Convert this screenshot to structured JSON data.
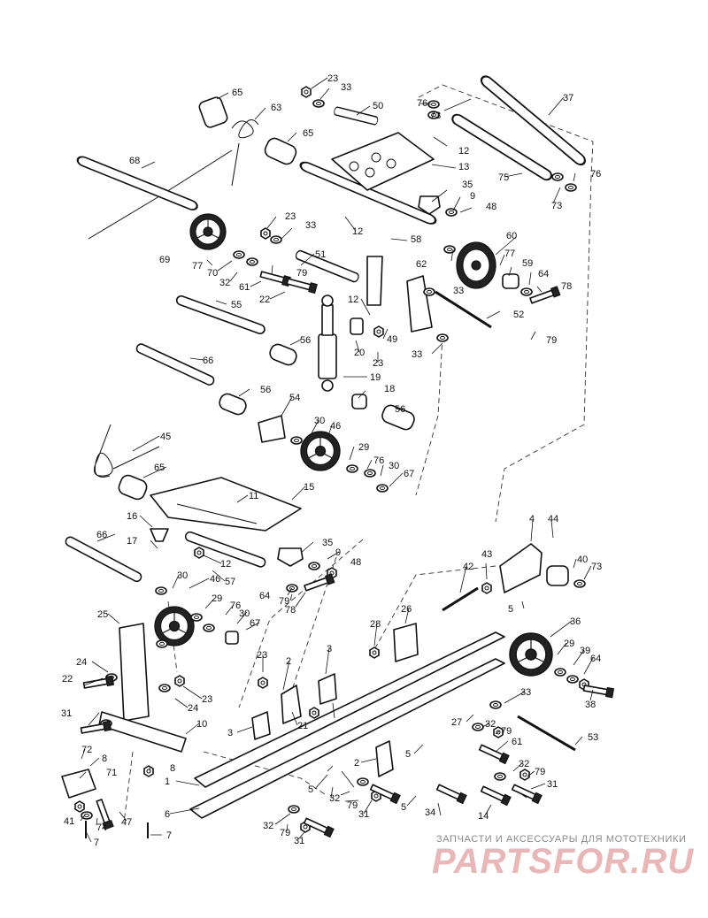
{
  "watermark": {
    "caption": "ЗАПЧАСТИ И АКСЕССУАРЫ ДЛЯ МОТОТЕХНИКИ",
    "logo": "PARTSFOR.RU"
  },
  "callouts": [
    {
      "id": "c23a",
      "text": "23"
    },
    {
      "id": "c33a",
      "text": "33"
    },
    {
      "id": "c65a",
      "text": "65"
    },
    {
      "id": "c63",
      "text": "63"
    },
    {
      "id": "c50",
      "text": "50"
    },
    {
      "id": "c76a",
      "text": "76"
    },
    {
      "id": "c73a",
      "text": "73"
    },
    {
      "id": "c37",
      "text": "37"
    },
    {
      "id": "c65b",
      "text": "65"
    },
    {
      "id": "c12a",
      "text": "12"
    },
    {
      "id": "c13",
      "text": "13"
    },
    {
      "id": "c68",
      "text": "68"
    },
    {
      "id": "c75",
      "text": "75"
    },
    {
      "id": "c76b",
      "text": "76"
    },
    {
      "id": "c73b",
      "text": "73"
    },
    {
      "id": "c35a",
      "text": "35"
    },
    {
      "id": "c9a",
      "text": "9"
    },
    {
      "id": "c48a",
      "text": "48"
    },
    {
      "id": "c23b",
      "text": "23"
    },
    {
      "id": "c33b",
      "text": "33"
    },
    {
      "id": "c12b",
      "text": "12"
    },
    {
      "id": "c58",
      "text": "58"
    },
    {
      "id": "c60",
      "text": "60"
    },
    {
      "id": "c69",
      "text": "69"
    },
    {
      "id": "c77a",
      "text": "77"
    },
    {
      "id": "c70",
      "text": "70"
    },
    {
      "id": "c51",
      "text": "51"
    },
    {
      "id": "c62",
      "text": "62"
    },
    {
      "id": "c77b",
      "text": "77"
    },
    {
      "id": "c59",
      "text": "59"
    },
    {
      "id": "c64a",
      "text": "64"
    },
    {
      "id": "c79a",
      "text": "79"
    },
    {
      "id": "c32a",
      "text": "32"
    },
    {
      "id": "c61a",
      "text": "61"
    },
    {
      "id": "c78a",
      "text": "78"
    },
    {
      "id": "c33c",
      "text": "33"
    },
    {
      "id": "c22a",
      "text": "22"
    },
    {
      "id": "c12c",
      "text": "12"
    },
    {
      "id": "c52",
      "text": "52"
    },
    {
      "id": "c55",
      "text": "55"
    },
    {
      "id": "c79b",
      "text": "79"
    },
    {
      "id": "c56a",
      "text": "56"
    },
    {
      "id": "c49",
      "text": "49"
    },
    {
      "id": "c20",
      "text": "20"
    },
    {
      "id": "c23c",
      "text": "23"
    },
    {
      "id": "c33d",
      "text": "33"
    },
    {
      "id": "c66a",
      "text": "66"
    },
    {
      "id": "c19",
      "text": "19"
    },
    {
      "id": "c56b",
      "text": "56"
    },
    {
      "id": "c18",
      "text": "18"
    },
    {
      "id": "c56c",
      "text": "56"
    },
    {
      "id": "c54",
      "text": "54"
    },
    {
      "id": "c30a",
      "text": "30"
    },
    {
      "id": "c46a",
      "text": "46"
    },
    {
      "id": "c45",
      "text": "45"
    },
    {
      "id": "c29a",
      "text": "29"
    },
    {
      "id": "c76c",
      "text": "76"
    },
    {
      "id": "c30b",
      "text": "30"
    },
    {
      "id": "c67a",
      "text": "67"
    },
    {
      "id": "c65c",
      "text": "65"
    },
    {
      "id": "c11",
      "text": "11"
    },
    {
      "id": "c15",
      "text": "15"
    },
    {
      "id": "c16",
      "text": "16"
    },
    {
      "id": "c17",
      "text": "17"
    },
    {
      "id": "c35b",
      "text": "35"
    },
    {
      "id": "c9b",
      "text": "9"
    },
    {
      "id": "c48b",
      "text": "48"
    },
    {
      "id": "c12d",
      "text": "12"
    },
    {
      "id": "c57",
      "text": "57"
    },
    {
      "id": "c66b",
      "text": "66"
    },
    {
      "id": "c4",
      "text": "4"
    },
    {
      "id": "c44",
      "text": "44"
    },
    {
      "id": "c43",
      "text": "43"
    },
    {
      "id": "c42",
      "text": "42"
    },
    {
      "id": "c40",
      "text": "40"
    },
    {
      "id": "c73c",
      "text": "73"
    },
    {
      "id": "c30c",
      "text": "30"
    },
    {
      "id": "c46b",
      "text": "46"
    },
    {
      "id": "c64b",
      "text": "64"
    },
    {
      "id": "c79c",
      "text": "79"
    },
    {
      "id": "c78b",
      "text": "78"
    },
    {
      "id": "c5a",
      "text": "5"
    },
    {
      "id": "c29b",
      "text": "29"
    },
    {
      "id": "c76d",
      "text": "76"
    },
    {
      "id": "c30d",
      "text": "30"
    },
    {
      "id": "c67b",
      "text": "67"
    },
    {
      "id": "c25",
      "text": "25"
    },
    {
      "id": "c26",
      "text": "26"
    },
    {
      "id": "c36",
      "text": "36"
    },
    {
      "id": "c28",
      "text": "28"
    },
    {
      "id": "c29c",
      "text": "29"
    },
    {
      "id": "c39",
      "text": "39"
    },
    {
      "id": "c64c",
      "text": "64"
    },
    {
      "id": "c24a",
      "text": "24"
    },
    {
      "id": "c23d",
      "text": "23"
    },
    {
      "id": "c2a",
      "text": "2"
    },
    {
      "id": "c3a",
      "text": "3"
    },
    {
      "id": "c22b",
      "text": "22"
    },
    {
      "id": "c23e",
      "text": "23"
    },
    {
      "id": "c24b",
      "text": "24"
    },
    {
      "id": "c33e",
      "text": "33"
    },
    {
      "id": "c38",
      "text": "38"
    },
    {
      "id": "c31a",
      "text": "31"
    },
    {
      "id": "c21",
      "text": "21"
    },
    {
      "id": "c27",
      "text": "27"
    },
    {
      "id": "c3b",
      "text": "3"
    },
    {
      "id": "c10",
      "text": "10"
    },
    {
      "id": "c32b",
      "text": "32"
    },
    {
      "id": "c79d",
      "text": "79"
    },
    {
      "id": "c61b",
      "text": "61"
    },
    {
      "id": "c53",
      "text": "53"
    },
    {
      "id": "c72",
      "text": "72"
    },
    {
      "id": "c8a",
      "text": "8"
    },
    {
      "id": "c5b",
      "text": "5"
    },
    {
      "id": "c71",
      "text": "71"
    },
    {
      "id": "c8b",
      "text": "8"
    },
    {
      "id": "c2b",
      "text": "2"
    },
    {
      "id": "c32c",
      "text": "32"
    },
    {
      "id": "c79e",
      "text": "79"
    },
    {
      "id": "c1",
      "text": "1"
    },
    {
      "id": "c5c",
      "text": "5"
    },
    {
      "id": "c31b",
      "text": "31"
    },
    {
      "id": "c32d",
      "text": "32"
    },
    {
      "id": "c79f",
      "text": "79"
    },
    {
      "id": "c5d",
      "text": "5"
    },
    {
      "id": "c31c",
      "text": "31"
    },
    {
      "id": "c34",
      "text": "34"
    },
    {
      "id": "c14",
      "text": "14"
    },
    {
      "id": "c41",
      "text": "41"
    },
    {
      "id": "c74",
      "text": "74"
    },
    {
      "id": "c47",
      "text": "47"
    },
    {
      "id": "c6",
      "text": "6"
    },
    {
      "id": "c32e",
      "text": "32"
    },
    {
      "id": "c79g",
      "text": "79"
    },
    {
      "id": "c31d",
      "text": "31"
    },
    {
      "id": "c7a",
      "text": "7"
    },
    {
      "id": "c7b",
      "text": "7"
    }
  ]
}
